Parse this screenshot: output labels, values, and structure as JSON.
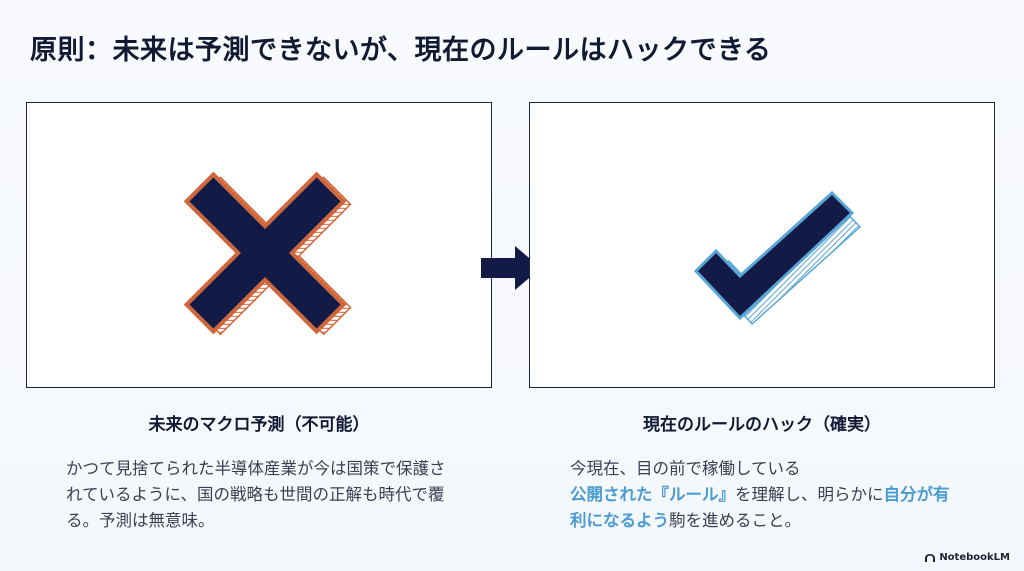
{
  "title": "原則：未来は予測できないが、現在のルールはハックできる",
  "left": {
    "caption": "未来のマクロ予測（不可能）",
    "description": "かつて見捨てられた半導体産業が今は国策で保護されているように、国の戦略も世間の正解も時代で覆る。予測は無意味。",
    "icon": "cross-icon",
    "accent_color": "#d0663a"
  },
  "right": {
    "caption": "現在のルールのハック（確実）",
    "description_parts": {
      "p1": "今現在、目の前で稼働している",
      "h1": "公開された『ルール』",
      "p2": "を理解し、明らかに",
      "h2": "自分が有利になるよう",
      "p3": "駒を進めること。"
    },
    "icon": "check-icon",
    "accent_color": "#5aa6d6"
  },
  "arrow": "arrow-right-icon",
  "brand": "NotebookLM",
  "colors": {
    "navy": "#141a46",
    "highlight": "#4a9bd1"
  }
}
